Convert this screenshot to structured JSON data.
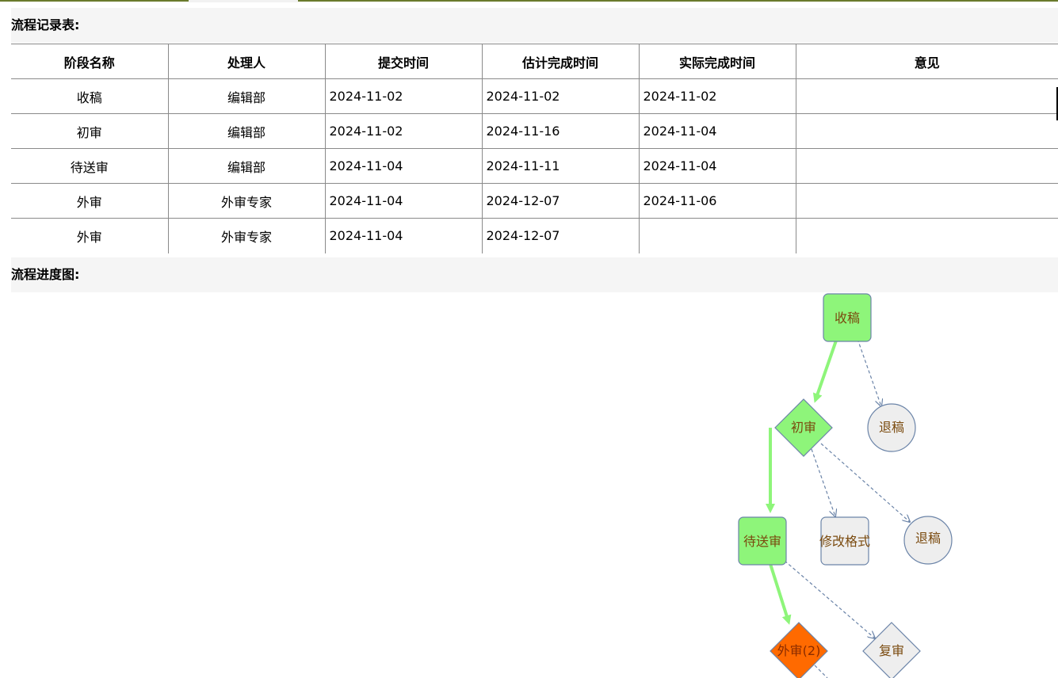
{
  "record_section": {
    "title": "流程记录表:"
  },
  "table": {
    "headers": [
      "阶段名称",
      "处理人",
      "提交时间",
      "估计完成时间",
      "实际完成时间",
      "意见"
    ],
    "rows": [
      [
        "收稿",
        "编辑部",
        "2024-11-02",
        "2024-11-02",
        "2024-11-02",
        ""
      ],
      [
        "初审",
        "编辑部",
        "2024-11-02",
        "2024-11-16",
        "2024-11-04",
        ""
      ],
      [
        "待送审",
        "编辑部",
        "2024-11-04",
        "2024-11-11",
        "2024-11-04",
        ""
      ],
      [
        "外审",
        "外审专家",
        "2024-11-04",
        "2024-12-07",
        "2024-11-06",
        ""
      ],
      [
        "外审",
        "外审专家",
        "2024-11-04",
        "2024-12-07",
        "",
        ""
      ]
    ]
  },
  "progress_section": {
    "title": "流程进度图:"
  },
  "flow_chart": {
    "colors": {
      "done": "#8ef57a",
      "current": "#ff6a00",
      "pending": "#eeeeee",
      "node_border": "#6b84a8",
      "done_edge": "#8ef57a",
      "pending_edge": "#6b84a8"
    },
    "nodes": {
      "receive": "收稿",
      "reject1": "退稿",
      "initial_review": "初审",
      "send_pending": "待送审",
      "modify_format": "修改格式",
      "reject2": "退稿",
      "external_review": "外审(2)",
      "re_review": "复审"
    }
  }
}
